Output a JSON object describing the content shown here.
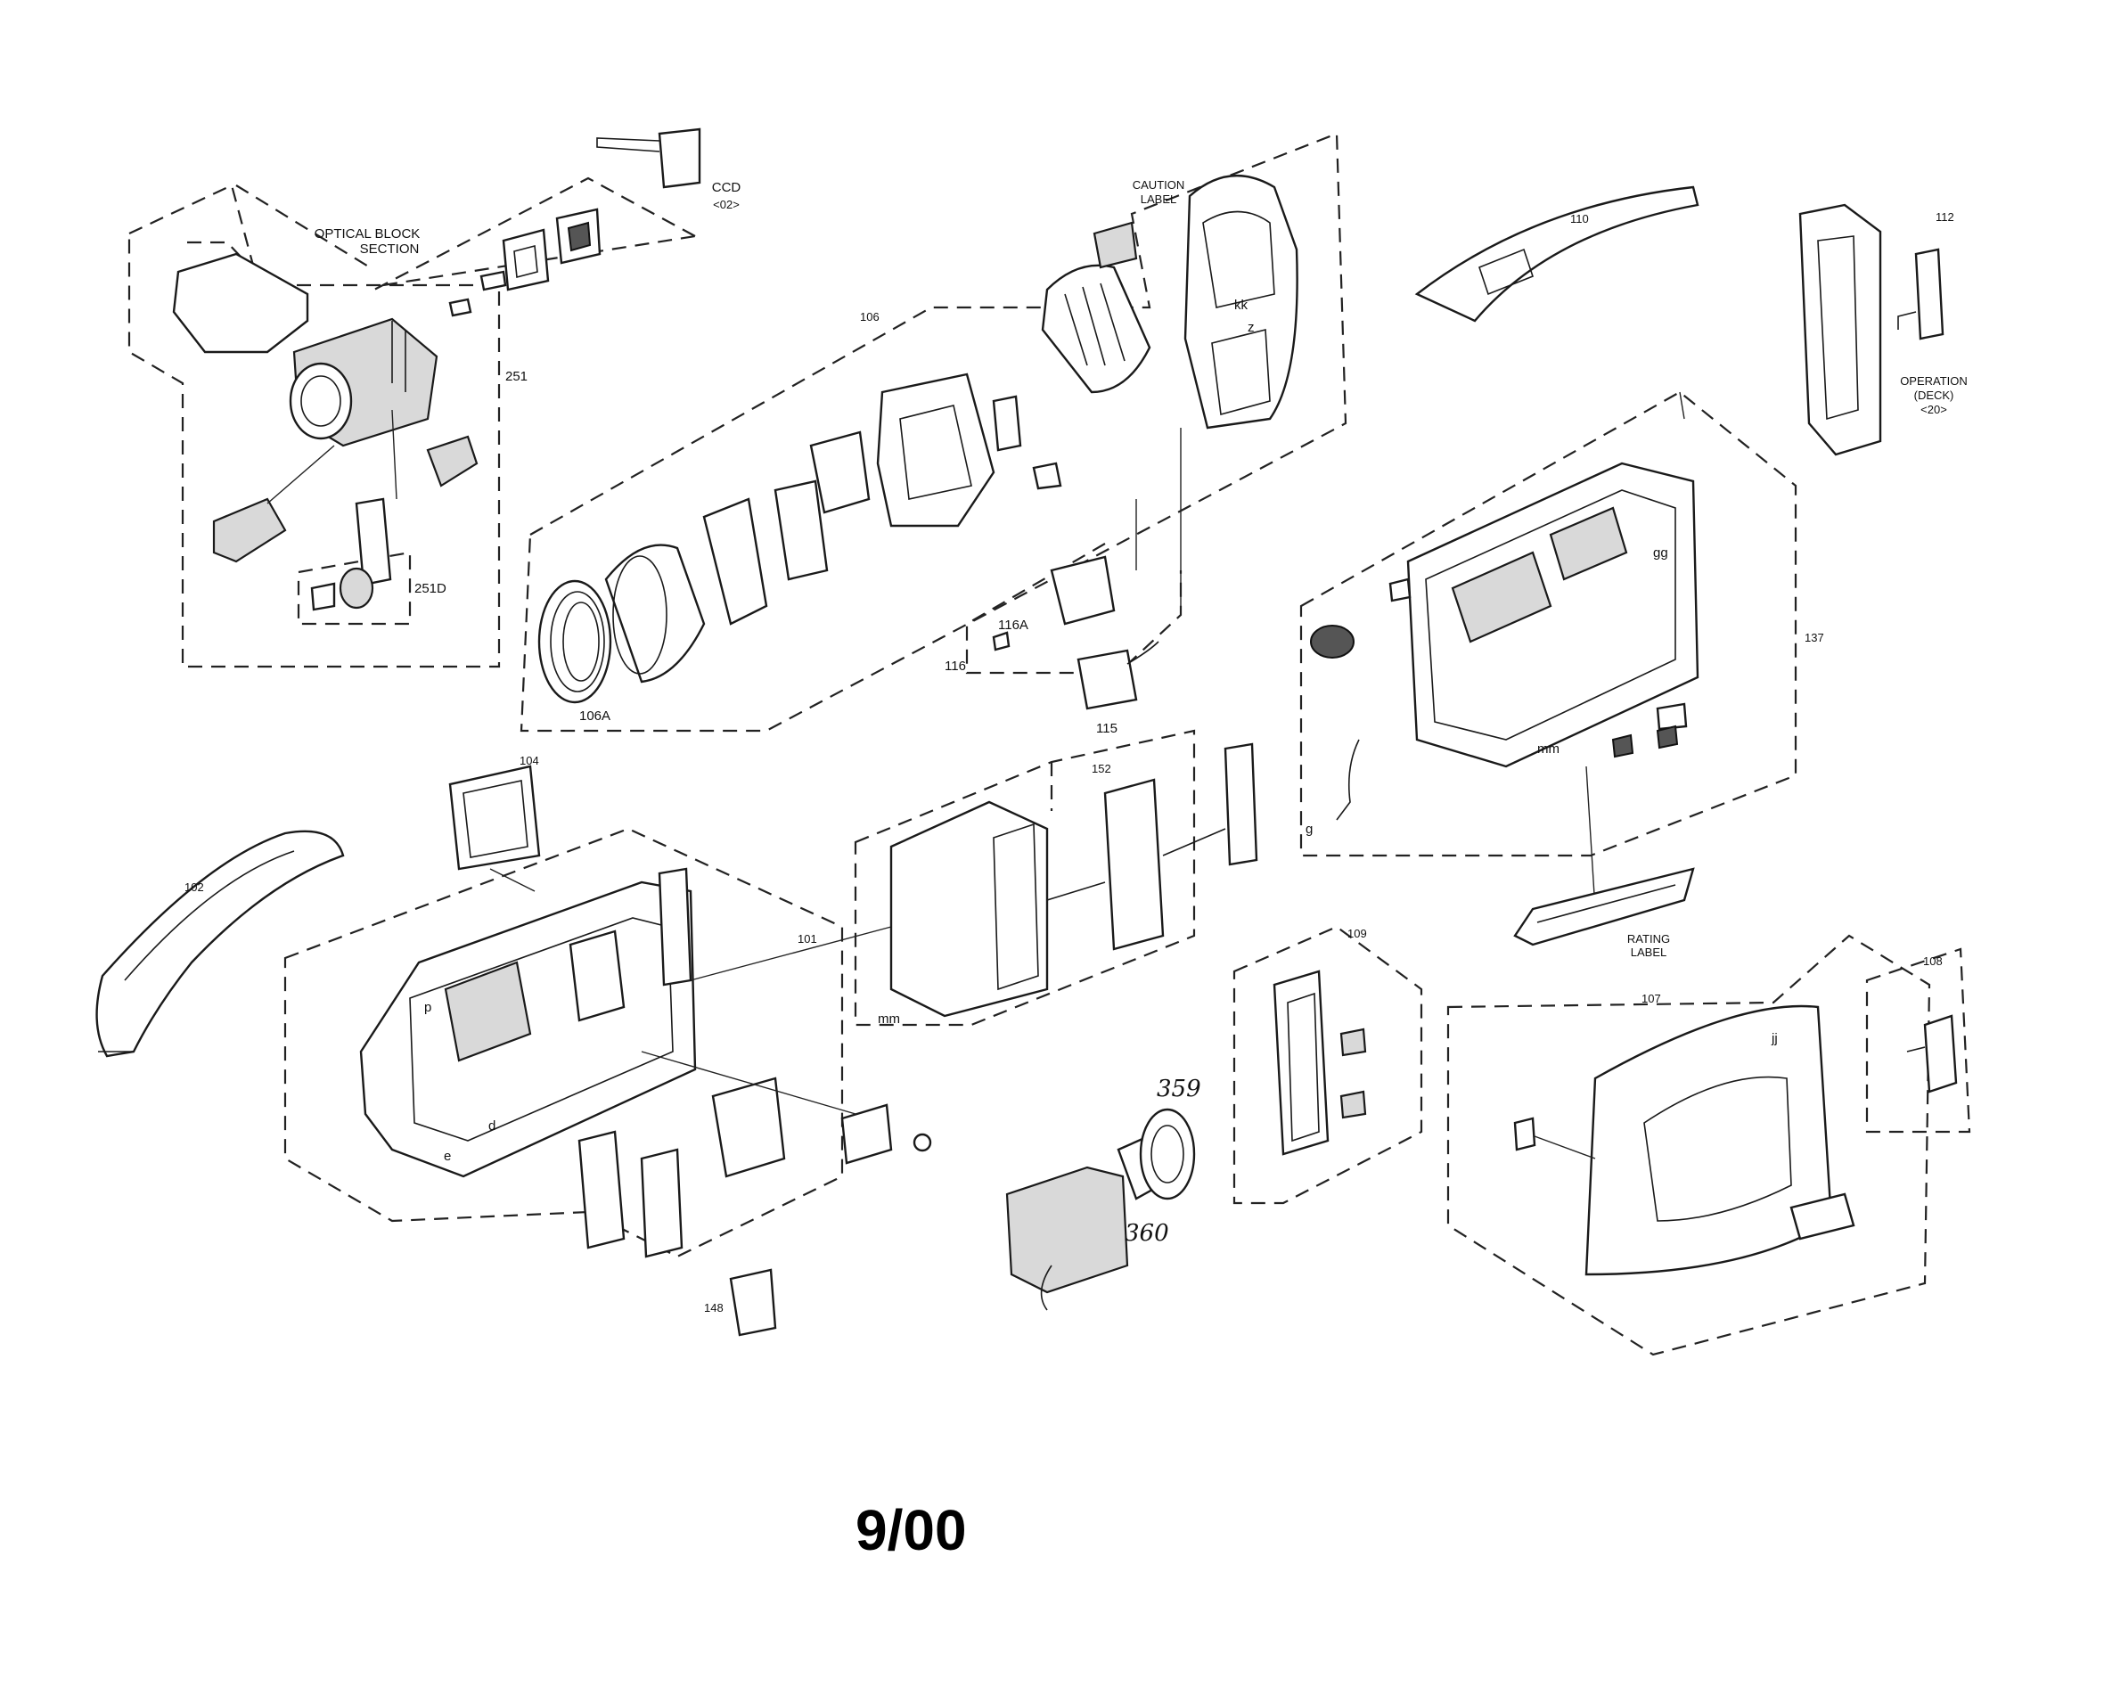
{
  "labels": {
    "optical_block": [
      "OPTICAL  BLOCK",
      "SECTION"
    ],
    "ccd": [
      "CCD",
      "<02>"
    ],
    "caution": [
      "CAUTION",
      "LABEL"
    ],
    "rating": [
      "RATING",
      "LABEL"
    ],
    "operation": [
      "OPERATION",
      "(DECK)",
      "<20>"
    ],
    "parts": {
      "p251": "251",
      "p251D": "251D",
      "p106": "106",
      "p106A": "106A",
      "p116": "116",
      "p116A": "116A",
      "p115": "115",
      "p110": "110",
      "p112": "112",
      "p137": "137",
      "p104": "104",
      "p102": "102",
      "p101": "101",
      "p152": "152",
      "p148": "148",
      "p109": "109",
      "p107": "107",
      "p108": "108",
      "p359": "359",
      "p360": "360"
    },
    "refs": {
      "kk": "kk",
      "z": "z",
      "gg": "gg",
      "mm1": "mm",
      "mm2": "mm",
      "jj": "jj",
      "g": "g",
      "p": "p",
      "d": "d",
      "e": "e"
    }
  },
  "footer": "9/00"
}
